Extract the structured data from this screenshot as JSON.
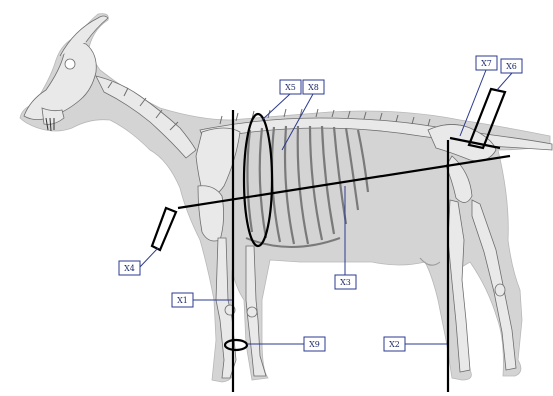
{
  "labels": {
    "x1": "X1",
    "x2": "X2",
    "x3": "X3",
    "x4": "X4",
    "x5": "X5",
    "x6": "X6",
    "x7": "X7",
    "x8": "X8",
    "x9": "X9"
  },
  "colors": {
    "silhouette": "#d4d4d4",
    "bone": "#e9e9e9",
    "outline": "#6e6e6e",
    "label_border": "#2b3a8f",
    "label_text": "#1f2a6b",
    "measurement": "#000000"
  }
}
